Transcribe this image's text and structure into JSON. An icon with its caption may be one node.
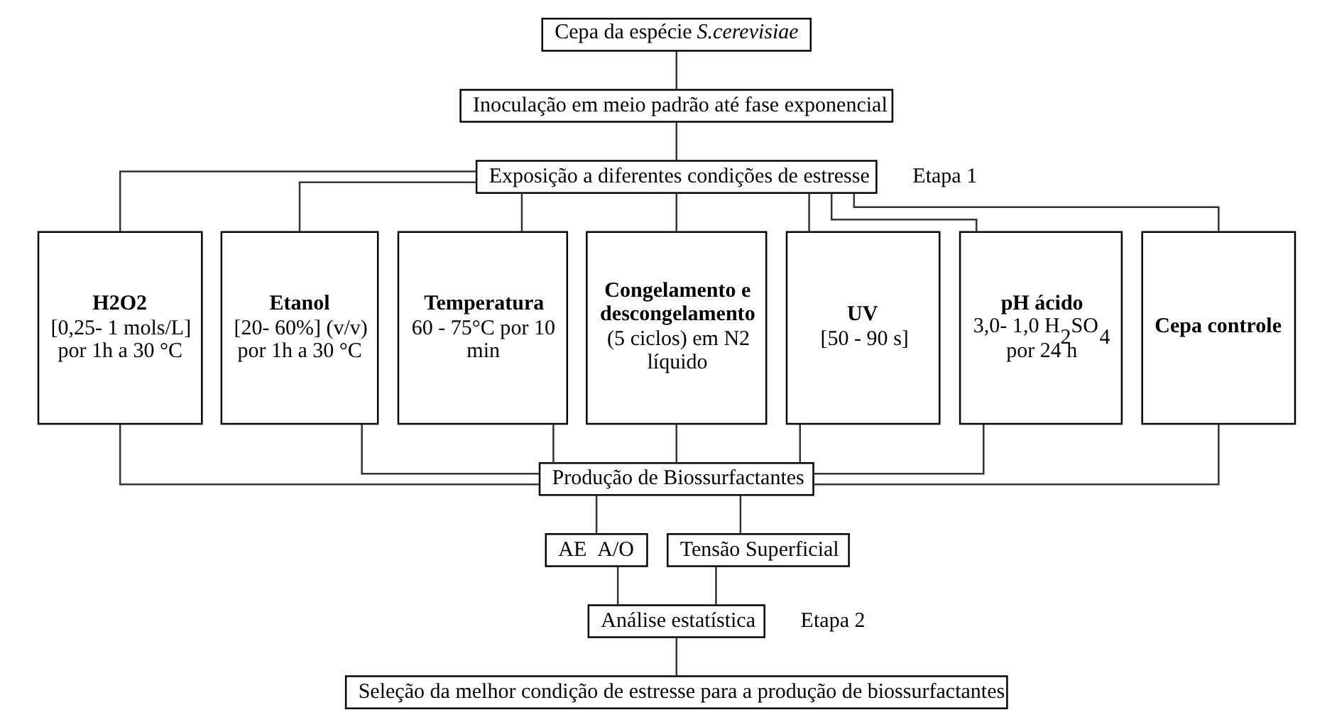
{
  "diagram": {
    "nodes": [
      {
        "text": [
          "Cepa da espécie *S.cerevisiae*"
        ]
      },
      {
        "text": [
          "Inoculação em meio padrão até fase exponencial"
        ]
      },
      {
        "text": [
          "Exposição a diferentes condições de estresse"
        ]
      },
      {
        "text": [
          "H2O2",
          "[0,25- 1 mols/L] por 1h a 30 °C"
        ]
      },
      {
        "text": [
          "Etanol",
          "[20- 60%] (v/v) por 1h a 30 °C"
        ]
      },
      {
        "text": [
          "Temperatura",
          "60 - 75°C por 10 min"
        ]
      },
      {
        "text": [
          "Congelamento e descongelamento",
          "(5 ciclos) em N2 líquido"
        ]
      },
      {
        "text": [
          "UV",
          "[50 - 90 s]"
        ]
      },
      {
        "text": [
          "pH ácido",
          "3,0- 1,0 H$_{2}$SO$_{4}$ por 24 h"
        ]
      },
      {
        "text": [
          "Cepa controle"
        ]
      },
      {
        "text": [
          "Produção de Biossurfactantes"
        ]
      },
      {
        "text": [
          "AE  A/O"
        ]
      },
      {
        "text": [
          "Tensão Superficial"
        ]
      },
      {
        "text": [
          "Análise estatística"
        ]
      },
      {
        "text": [
          "Seleção da melhor condição de estresse para a produção de biossurfactantes"
        ]
      }
    ],
    "edges": [
      {
        "from": 0,
        "to": 1,
        "arrow": "none"
      },
      {
        "from": 1,
        "to": 2,
        "arrow": "none"
      },
      {
        "from": 2,
        "to": 3,
        "arrow": "none"
      },
      {
        "from": 2,
        "to": 4,
        "arrow": "none"
      },
      {
        "from": 2,
        "to": 5,
        "arrow": "none"
      },
      {
        "from": 2,
        "to": 6,
        "arrow": "none"
      },
      {
        "from": 2,
        "to": 7,
        "arrow": "none"
      },
      {
        "from": 2,
        "to": 8,
        "arrow": "none"
      },
      {
        "from": 2,
        "to": 9,
        "arrow": "none"
      },
      {
        "from": 3,
        "to": 10,
        "arrow": "none"
      },
      {
        "from": 4,
        "to": 10,
        "arrow": "none"
      },
      {
        "from": 5,
        "to": 10,
        "arrow": "none"
      },
      {
        "from": 6,
        "to": 10,
        "arrow": "none"
      },
      {
        "from": 7,
        "to": 10,
        "arrow": "none"
      },
      {
        "from": 8,
        "to": 10,
        "arrow": "none"
      },
      {
        "from": 9,
        "to": 10,
        "arrow": "none"
      },
      {
        "from": 10,
        "to": 11,
        "arrow": "none"
      },
      {
        "from": 10,
        "to": 12,
        "arrow": "none"
      },
      {
        "from": 11,
        "to": 13,
        "arrow": "none"
      },
      {
        "from": 12,
        "to": 13,
        "arrow": "none"
      },
      {
        "from": 13,
        "to": 14,
        "arrow": "none"
      }
    ],
    "labels": [
      "Etapa 1",
      "Etapa 2"
    ]
  }
}
